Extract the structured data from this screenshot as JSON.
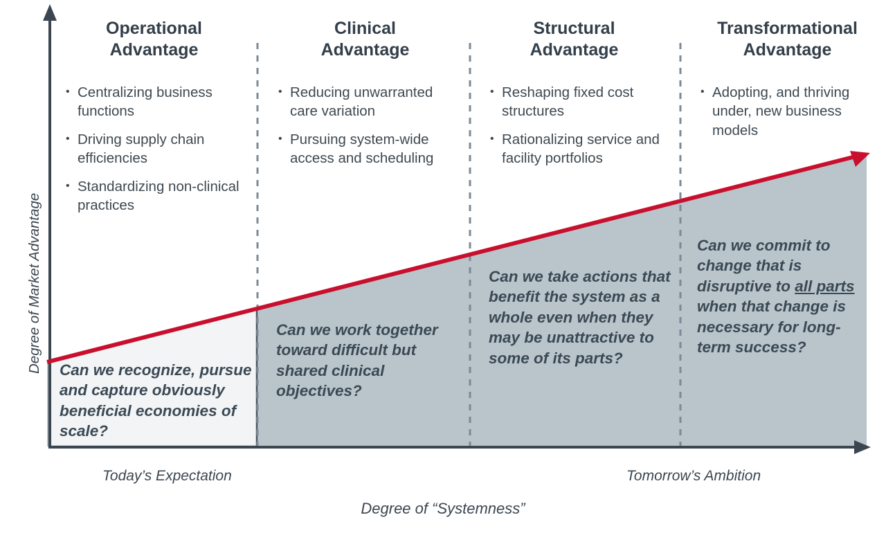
{
  "axes": {
    "y_label": "Degree of Market Advantage",
    "x_label": "Degree of “Systemness”",
    "x_tick_left": "Today’s Expectation",
    "x_tick_right": "Tomorrow’s Ambition"
  },
  "colors": {
    "text": "#3b4650",
    "heading": "#333f4a",
    "axis": "#3b4650",
    "trend_line": "#c8102e",
    "shade_dark": "#b9c4cb",
    "shade_light": "#f2f4f6",
    "divider": "#7b8a96"
  },
  "chart_data": {
    "type": "area",
    "title": "",
    "xlabel": "Degree of “Systemness”",
    "ylabel": "Degree of Market Advantage",
    "x_tick_labels": [
      "Today’s Expectation",
      "Tomorrow’s Ambition"
    ],
    "grid": false,
    "legend": "none",
    "series": [
      {
        "name": "Market advantage trend",
        "style": "red-arrow-line",
        "points": [
          [
            0,
            0.22
          ],
          [
            1,
            0.87
          ]
        ]
      }
    ],
    "stages": [
      {
        "label": "Operational Advantage",
        "x_start": 0.0,
        "x_end": 0.26
      },
      {
        "label": "Clinical Advantage",
        "x_start": 0.26,
        "x_end": 0.52
      },
      {
        "label": "Structural Advantage",
        "x_start": 0.52,
        "x_end": 0.77
      },
      {
        "label": "Transformational Advantage",
        "x_start": 0.77,
        "x_end": 1.0
      }
    ]
  },
  "columns": [
    {
      "title": "Operational\nAdvantage",
      "bullets": [
        "Centralizing business functions",
        "Driving supply chain efficiencies",
        "Standardizing non-clinical practices"
      ],
      "question_parts": [
        {
          "text": "Can we recognize, pursue and capture obviously beneficial economies of scale?",
          "underline": false
        }
      ]
    },
    {
      "title": "Clinical\nAdvantage",
      "bullets": [
        "Reducing unwarranted care variation",
        "Pursuing system-wide access and scheduling"
      ],
      "question_parts": [
        {
          "text": "Can we work together toward difficult but shared clinical objectives?",
          "underline": false
        }
      ]
    },
    {
      "title": "Structural\nAdvantage",
      "bullets": [
        "Reshaping fixed cost structures",
        "Rationalizing service and facility portfolios"
      ],
      "question_parts": [
        {
          "text": "Can we take actions that benefit the system as a whole even when they may be unattractive to some of its parts?",
          "underline": false
        }
      ]
    },
    {
      "title": "Transformational\nAdvantage",
      "bullets": [
        "Adopting, and thriving under, new business models"
      ],
      "question_parts": [
        {
          "text": "Can we commit to change that is disruptive to ",
          "underline": false
        },
        {
          "text": "all parts",
          "underline": true
        },
        {
          "text": " when that change is necessary for long-term success?",
          "underline": false
        }
      ]
    }
  ]
}
